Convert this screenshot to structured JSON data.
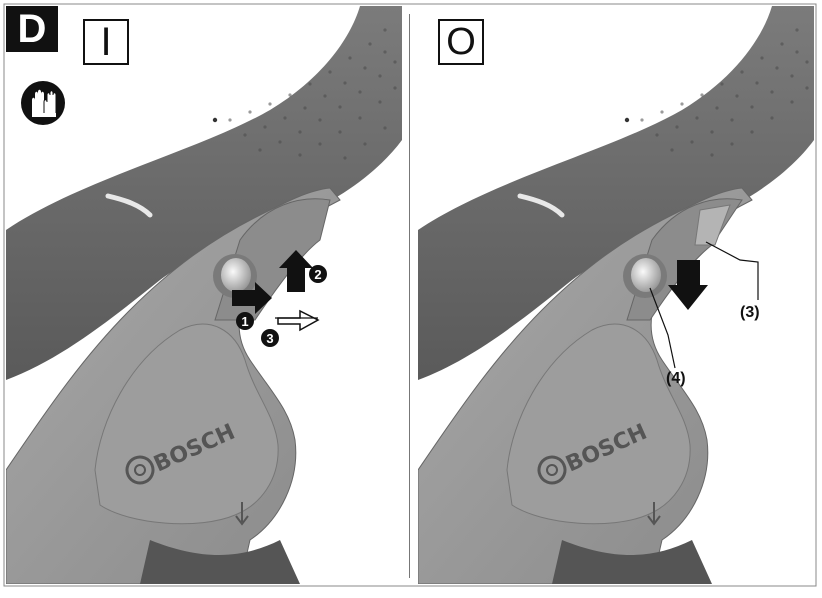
{
  "figure_letter": "D",
  "mode_on": "I",
  "mode_off": "O",
  "steps": {
    "one": "1",
    "two": "2",
    "three": "3"
  },
  "callouts": {
    "part_3": "(3)",
    "part_4": "(4)"
  },
  "brand": "BOSCH",
  "icons": [
    "protective-gloves-icon"
  ],
  "colors": {
    "body_dark": "#6f6f6f",
    "body_mid": "#9a9a9a",
    "body_light": "#bdbdbd",
    "ink": "#111111"
  }
}
